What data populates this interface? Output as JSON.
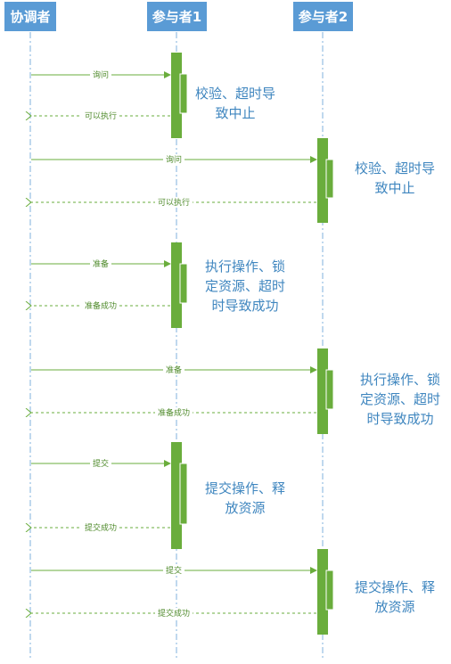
{
  "colors": {
    "header_fill": "#5a9bd5",
    "lifeline": "#7fb2de",
    "activation": "#6aad3c",
    "message": "#6aad3c",
    "note_text": "#3f86bf"
  },
  "participants": [
    {
      "id": "coordinator",
      "label": "协调者"
    },
    {
      "id": "participant1",
      "label": "参与者1"
    },
    {
      "id": "participant2",
      "label": "参与者2"
    }
  ],
  "messages": [
    {
      "label": "询问",
      "from": "coordinator",
      "to": "participant1",
      "style": "solid"
    },
    {
      "label": "可以执行",
      "from": "participant1",
      "to": "coordinator",
      "style": "dashed"
    },
    {
      "label": "询问",
      "from": "coordinator",
      "to": "participant2",
      "style": "solid"
    },
    {
      "label": "可以执行",
      "from": "participant2",
      "to": "coordinator",
      "style": "dashed"
    },
    {
      "label": "准备",
      "from": "coordinator",
      "to": "participant1",
      "style": "solid"
    },
    {
      "label": "准备成功",
      "from": "participant1",
      "to": "coordinator",
      "style": "dashed"
    },
    {
      "label": "准备",
      "from": "coordinator",
      "to": "participant2",
      "style": "solid"
    },
    {
      "label": "准备成功",
      "from": "participant2",
      "to": "coordinator",
      "style": "dashed"
    },
    {
      "label": "提交",
      "from": "coordinator",
      "to": "participant1",
      "style": "solid"
    },
    {
      "label": "提交成功",
      "from": "participant1",
      "to": "coordinator",
      "style": "dashed"
    },
    {
      "label": "提交",
      "from": "coordinator",
      "to": "participant2",
      "style": "solid"
    },
    {
      "label": "提交成功",
      "from": "participant2",
      "to": "coordinator",
      "style": "dashed"
    }
  ],
  "notes": [
    {
      "lines": [
        "校验、超时导",
        "致中止"
      ]
    },
    {
      "lines": [
        "校验、超时导",
        "致中止"
      ]
    },
    {
      "lines": [
        "执行操作、锁",
        "定资源、超时",
        "时导致成功"
      ]
    },
    {
      "lines": [
        "执行操作、锁",
        "定资源、超时",
        "时导致成功"
      ]
    },
    {
      "lines": [
        "提交操作、释",
        "放资源"
      ]
    },
    {
      "lines": [
        "提交操作、释",
        "放资源"
      ]
    }
  ]
}
